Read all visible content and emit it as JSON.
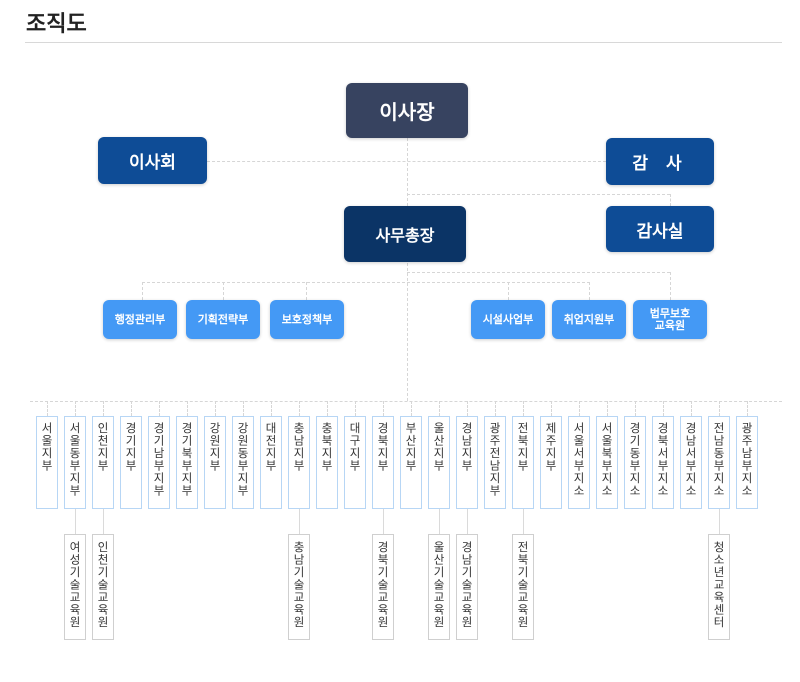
{
  "page_title": "조직도",
  "top": {
    "chairman": "이사장",
    "board": "이사회",
    "auditor": "감 사",
    "audit_office": "감사실",
    "secretary_general": "사무총장"
  },
  "departments": [
    "행정관리부",
    "기획전략부",
    "보호정책부",
    "시설사업부",
    "취업지원부",
    "법무보호\n교육원"
  ],
  "branches": [
    {
      "label": "서울지부"
    },
    {
      "label": "서울동부지부",
      "child": "여성기술교육원"
    },
    {
      "label": "인천지부",
      "child": "인천기술교육원"
    },
    {
      "label": "경기지부"
    },
    {
      "label": "경기남부지부"
    },
    {
      "label": "경기북부지부"
    },
    {
      "label": "강원지부"
    },
    {
      "label": "강원동부지부"
    },
    {
      "label": "대전지부"
    },
    {
      "label": "충남지부",
      "child": "충남기술교육원"
    },
    {
      "label": "충북지부"
    },
    {
      "label": "대구지부"
    },
    {
      "label": "경북지부",
      "child": "경북기술교육원"
    },
    {
      "label": "부산지부"
    },
    {
      "label": "울산지부",
      "child": "울산기술교육원"
    },
    {
      "label": "경남지부",
      "child": "경남기술교육원"
    },
    {
      "label": "광주전남지부"
    },
    {
      "label": "전북지부",
      "child": "전북기술교육원"
    },
    {
      "label": "제주지부"
    },
    {
      "label": "서울서부지소"
    },
    {
      "label": "서울북부지소"
    },
    {
      "label": "경기동부지소"
    },
    {
      "label": "경북서부지소"
    },
    {
      "label": "경남서부지소"
    },
    {
      "label": "전남동부지소",
      "child": "청소년교육센터"
    },
    {
      "label": "광주남부지소"
    }
  ],
  "colors": {
    "chairman": "#374360",
    "board": "#0e4c96",
    "secretary_general": "#0b3466",
    "department": "#4499f5",
    "branch_border": "#b7d6f5"
  }
}
